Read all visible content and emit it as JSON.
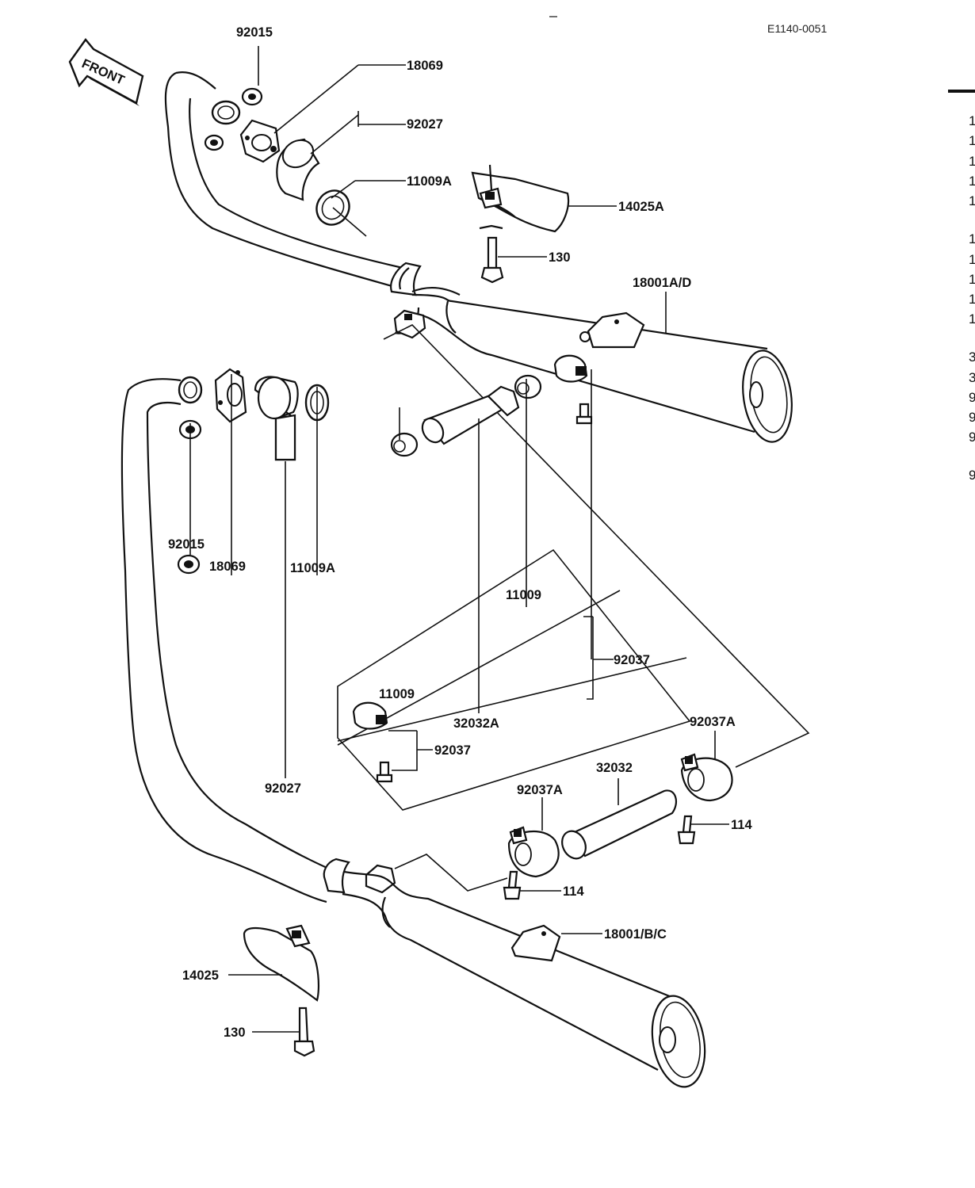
{
  "diagram_code": "E1140-0051",
  "front_label": "FRONT",
  "upper_assembly": {
    "labels": {
      "nut": "92015",
      "flange": "18069",
      "collar": "92027",
      "gasket": "11009A",
      "bracket": "14025A",
      "bolt": "130",
      "muffler": "18001A/D"
    }
  },
  "lower_assembly": {
    "labels": {
      "nut": "92015",
      "flange": "18069",
      "gasket": "11009A",
      "collar": "92027",
      "bracket": "14025",
      "bolt": "130",
      "muffler": "18001/B/C",
      "pipe": "32032",
      "clamp_right": "92037A",
      "clamp_left": "92037A",
      "screw_right": "114",
      "screw_left": "114"
    }
  },
  "inset": {
    "labels": {
      "gasket_top": "11009",
      "gasket_left": "11009",
      "clamp_top": "92037",
      "clamp_bottom": "92037",
      "pipe": "32032A"
    }
  },
  "right_edge_fragments": [
    "1",
    "1",
    "1",
    "1",
    "1",
    "1",
    "1",
    "1",
    "1",
    "1",
    "3",
    "3",
    "9",
    "9",
    "9",
    "9"
  ]
}
